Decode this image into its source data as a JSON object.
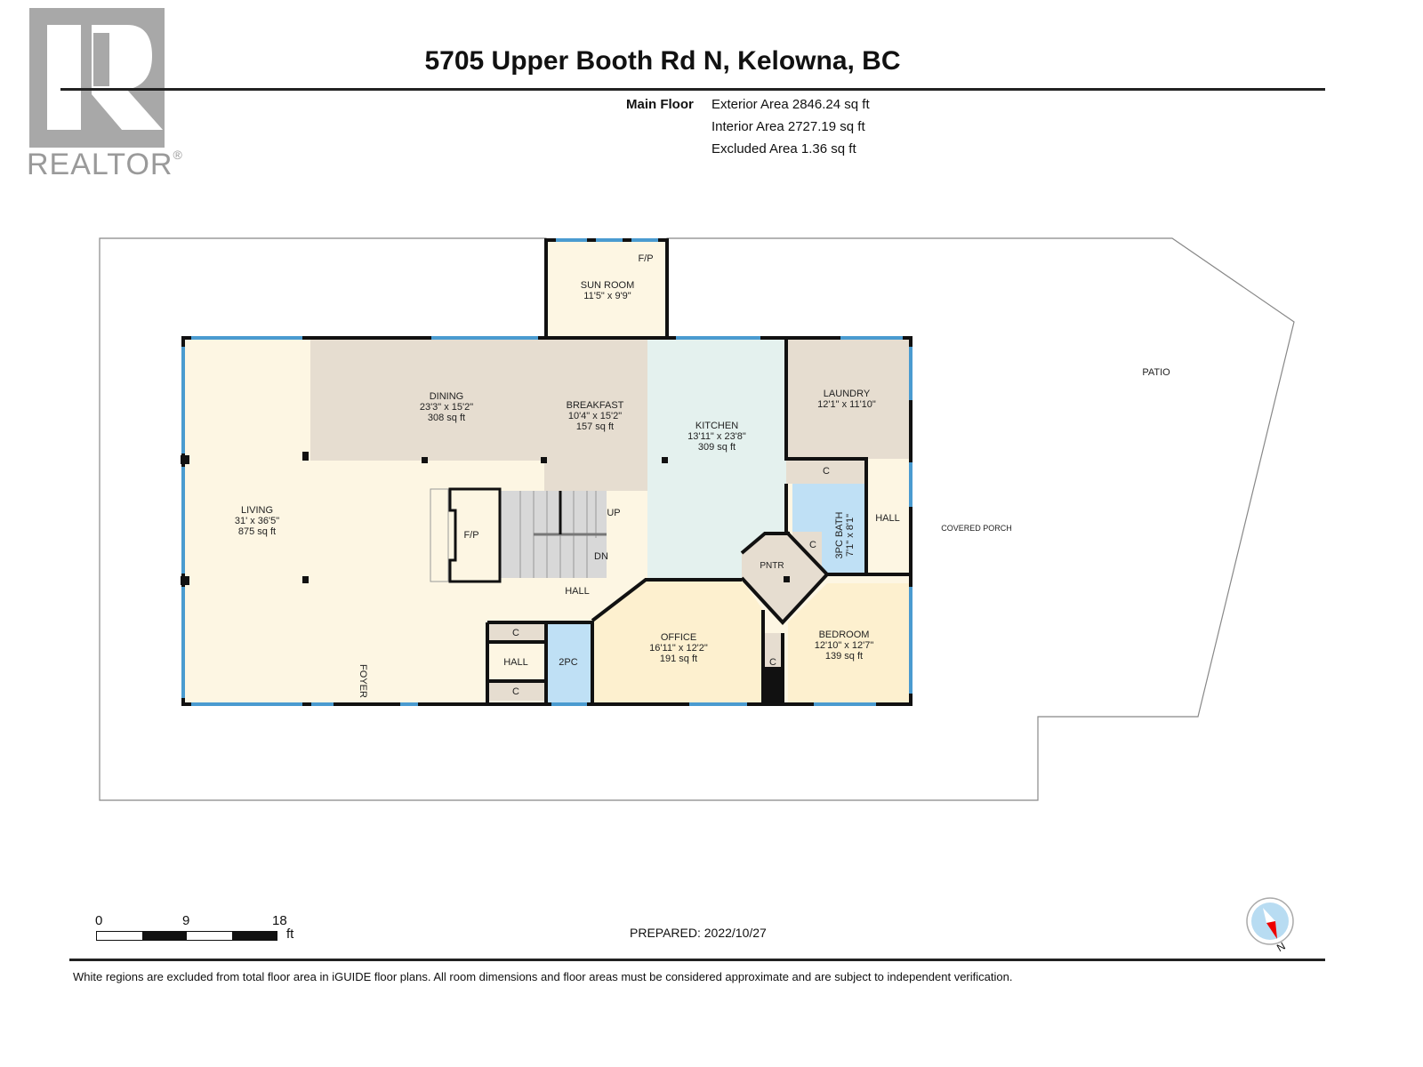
{
  "logo": {
    "brand": "REALTOR",
    "registered_mark": "®"
  },
  "header": {
    "title": "5705 Upper Booth Rd N, Kelowna, BC",
    "floor_label": "Main Floor",
    "areas": [
      "Exterior Area 2846.24 sq ft",
      "Interior Area 2727.19 sq ft",
      "Excluded Area 1.36 sq ft"
    ]
  },
  "floorplan": {
    "colors": {
      "living": "#fdf6e3",
      "beige": "#e6ddd0",
      "kitchen": "#e4f1ee",
      "bath": "#bfe0f5",
      "window": "#4a9bd0",
      "wall": "#111111",
      "stairs": "#d8d8d8"
    },
    "rooms": {
      "sun_room": {
        "name": "SUN ROOM",
        "dims": "11'5\" x 9'9\""
      },
      "sun_room_fp": {
        "name": "F/P"
      },
      "dining": {
        "name": "DINING",
        "dims": "23'3\" x 15'2\"",
        "area": "308 sq ft"
      },
      "breakfast": {
        "name": "BREAKFAST",
        "dims": "10'4\" x 15'2\"",
        "area": "157 sq ft"
      },
      "kitchen": {
        "name": "KITCHEN",
        "dims": "13'11\" x 23'8\"",
        "area": "309 sq ft"
      },
      "laundry": {
        "name": "LAUNDRY",
        "dims": "12'1\" x 11'10\""
      },
      "living": {
        "name": "LIVING",
        "dims": "31' x 36'5\"",
        "area": "875 sq ft"
      },
      "living_fp": {
        "name": "F/P"
      },
      "stairs_up": {
        "name": "UP"
      },
      "stairs_dn": {
        "name": "DN"
      },
      "hall_main": {
        "name": "HALL"
      },
      "closet_laundry": {
        "name": "C"
      },
      "bath_3pc": {
        "name": "3PC BATH",
        "dims": "7'1\" x 8'1\""
      },
      "hall_east": {
        "name": "HALL"
      },
      "closet_bath": {
        "name": "C"
      },
      "pantry": {
        "name": "PNTR"
      },
      "office": {
        "name": "OFFICE",
        "dims": "16'11\" x 12'2\"",
        "area": "191 sq ft"
      },
      "bedroom": {
        "name": "BEDROOM",
        "dims": "12'10\" x 12'7\"",
        "area": "139 sq ft"
      },
      "closet_bedroom": {
        "name": "C"
      },
      "closet_hall_top": {
        "name": "C"
      },
      "hall_small": {
        "name": "HALL"
      },
      "closet_hall_bottom": {
        "name": "C"
      },
      "bath_2pc": {
        "name": "2PC"
      },
      "foyer": {
        "name": "FOYER"
      },
      "patio": {
        "name": "PATIO"
      },
      "covered_porch": {
        "name": "COVERED PORCH"
      }
    }
  },
  "footer": {
    "scale": {
      "ticks": [
        "0",
        "9",
        "18"
      ],
      "unit": "ft"
    },
    "prepared": "PREPARED: 2022/10/27",
    "compass_label": "N",
    "disclaimer": "White regions are excluded from total floor area in iGUIDE floor plans. All room dimensions and floor areas must be considered approximate and are subject to independent verification."
  }
}
